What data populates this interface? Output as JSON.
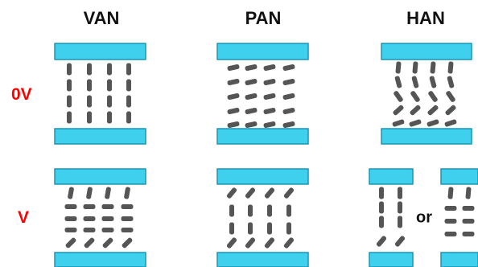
{
  "columns": {
    "van": "VAN",
    "pan": "PAN",
    "han": "HAN"
  },
  "rows": {
    "off": "0V",
    "on": "V"
  },
  "han_on_separator": "or",
  "colors": {
    "substrate_fill": "#3fd0ee",
    "substrate_stroke": "#1a96b4",
    "molecule": "#555555",
    "row_label": "#ff0000",
    "title": "#111111"
  },
  "molecule_orientations": {
    "van_0V": [
      "vertical",
      "vertical",
      "vertical",
      "vertical"
    ],
    "pan_0V": [
      "horizontal",
      "horizontal",
      "horizontal",
      "horizontal"
    ],
    "han_0V": [
      "vertical",
      "slightly-tilted",
      "tilted",
      "tilted",
      "horizontal"
    ],
    "van_V": [
      "tilted",
      "horizontal",
      "horizontal",
      "tilted"
    ],
    "pan_V": [
      "tilted",
      "vertical",
      "vertical",
      "tilted"
    ],
    "han_V_left": [
      "vertical",
      "vertical",
      "vertical",
      "tilted"
    ],
    "han_V_right": [
      "vertical",
      "horizontal",
      "horizontal",
      "horizontal"
    ]
  }
}
